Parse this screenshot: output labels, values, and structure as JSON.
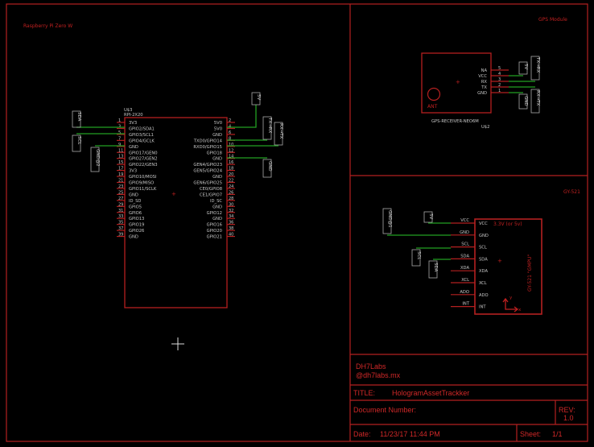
{
  "sheet_labels": {
    "pi": "Raspberry Pi Zero W",
    "gps": "GPS Module",
    "gy": "GY-521"
  },
  "pi": {
    "name": "U$3",
    "value": "RPI-2X20",
    "left_pins": [
      [
        "1",
        "3V3"
      ],
      [
        "3",
        "GPIO2/SDA1"
      ],
      [
        "5",
        "GPIO3/SCL1"
      ],
      [
        "7",
        "GPIO4/GCLK"
      ],
      [
        "9",
        "GND"
      ],
      [
        "11",
        "GPIO17/GEN0"
      ],
      [
        "13",
        "GPIO27/GEN2"
      ],
      [
        "15",
        "GPIO22/GEN3"
      ],
      [
        "17",
        "3V3"
      ],
      [
        "19",
        "GPIO10/MOSI"
      ],
      [
        "21",
        "GPIO9/MISO"
      ],
      [
        "23",
        "GPIO11/SCLK"
      ],
      [
        "25",
        "GND"
      ],
      [
        "27",
        "ID_SD"
      ],
      [
        "29",
        "GPIO5"
      ],
      [
        "31",
        "GPIO6"
      ],
      [
        "33",
        "GPIO13"
      ],
      [
        "35",
        "GPIO19"
      ],
      [
        "37",
        "GPIO26"
      ],
      [
        "39",
        "GND"
      ]
    ],
    "right_pins": [
      [
        "2",
        "5V0"
      ],
      [
        "4",
        "5V0"
      ],
      [
        "6",
        "GND"
      ],
      [
        "8",
        "TXD0/GPIO14"
      ],
      [
        "10",
        "RXD0/GPIO15"
      ],
      [
        "12",
        "GPIO18"
      ],
      [
        "14",
        "GND"
      ],
      [
        "16",
        "GEN4/GPIO23"
      ],
      [
        "18",
        "GEN5/GPIO24"
      ],
      [
        "20",
        "GND"
      ],
      [
        "22",
        "GEN6/GPIO25"
      ],
      [
        "24",
        "CE0/GPIO8"
      ],
      [
        "26",
        "CE1/GPIO7"
      ],
      [
        "28",
        "ID_SC"
      ],
      [
        "30",
        "GND"
      ],
      [
        "32",
        "GPIO12"
      ],
      [
        "34",
        "GND"
      ],
      [
        "36",
        "GPIO16"
      ],
      [
        "38",
        "GPIO20"
      ],
      [
        "40",
        "GPIO21"
      ]
    ],
    "nets": {
      "sda": "SDA",
      "scl": "SCL",
      "gnd": "GND@2",
      "v5": "5V",
      "tx": "TX→RX",
      "rx": "RX→TX",
      "gnd2": "GND"
    }
  },
  "gps": {
    "part": "GPS-RECEIVER-NEO6M",
    "name": "U$2",
    "ant": "ANT",
    "pins": [
      [
        "5",
        "NA"
      ],
      [
        "4",
        "VCC"
      ],
      [
        "3",
        "RX"
      ],
      [
        "2",
        "TX"
      ],
      [
        "1",
        "GND"
      ]
    ],
    "nets": {
      "v5": "5V",
      "tx": "TX→RX",
      "gnd": "GND",
      "rx": "RX→TX"
    }
  },
  "gy": {
    "note": "3.3V (or 5v)",
    "side": "GY-521 \"GMPU\"",
    "axis_x": "x",
    "axis_y": "y",
    "pins": [
      "VCC",
      "GND",
      "SCL",
      "SDA",
      "XDA",
      "XCL",
      "ADO",
      "INT"
    ],
    "nets": {
      "gnd": "GND@1",
      "v5": "5V",
      "scl": "SCL",
      "sda": "SDA"
    }
  },
  "title_block": {
    "company": "DH7Labs",
    "email": "@dh7labs.mx",
    "title_label": "TITLE:",
    "title": "HologramAssetTrackker",
    "docnum_label": "Document Number:",
    "rev_label": "REV:",
    "rev": "1.0",
    "date_label": "Date:",
    "date": "11/23/17 11:44 PM",
    "sheet_label": "Sheet:",
    "sheet": "1/1"
  }
}
